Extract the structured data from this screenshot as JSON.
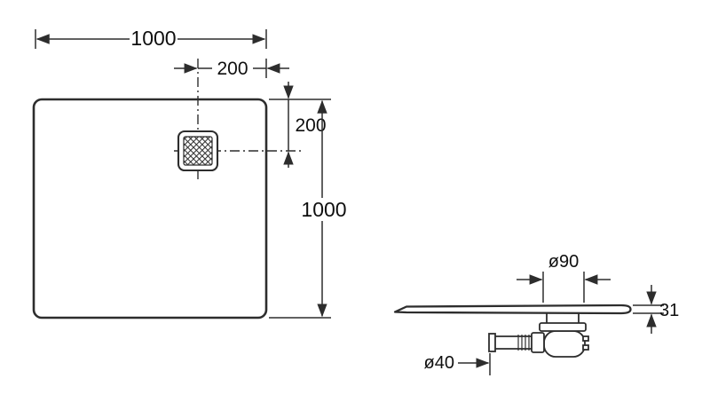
{
  "drawing": {
    "type": "technical-dimension-drawing",
    "subject": "square shower tray with corner drain, plan view and section view",
    "colors": {
      "line": "#2d2d2d",
      "text": "#0f0f0f",
      "background": "#ffffff"
    },
    "top_view": {
      "dim_width": "1000",
      "dim_drain_offset_x": "200",
      "dim_drain_offset_y": "200",
      "dim_height": "1000"
    },
    "side_view": {
      "dim_drain_diameter": "ø90",
      "dim_tray_thickness": "31",
      "dim_outlet_diameter": "ø40"
    }
  }
}
